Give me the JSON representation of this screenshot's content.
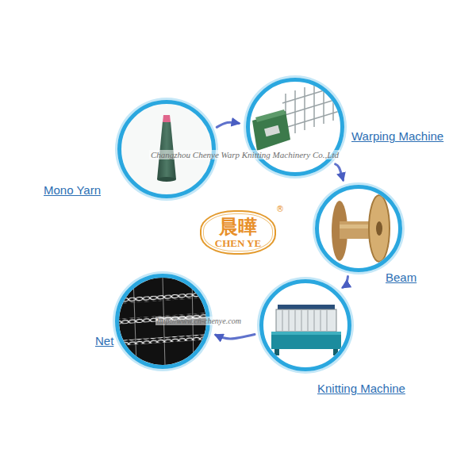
{
  "diagram": {
    "nodes": [
      {
        "text": [
          "Mono Yarn"
        ]
      },
      {
        "text": [
          "Warping Machine"
        ]
      },
      {
        "text": [
          "Beam"
        ]
      },
      {
        "text": [
          "Knitting Machine"
        ]
      },
      {
        "text": [
          "Net"
        ]
      },
      {
        "text": [
          "晨曄",
          "CHEN YE",
          "®"
        ]
      }
    ],
    "edges": [
      {
        "from": 0,
        "to": 1,
        "arrow": "to"
      },
      {
        "from": 1,
        "to": 2,
        "arrow": "to"
      },
      {
        "from": 2,
        "to": 3,
        "arrow": "to"
      },
      {
        "from": 3,
        "to": 4,
        "arrow": "to"
      }
    ],
    "labels": [
      "Changzhou Chenye Warp Knitting Machinery Co.,Ltd",
      "http://www.cn-chenye.com"
    ]
  }
}
